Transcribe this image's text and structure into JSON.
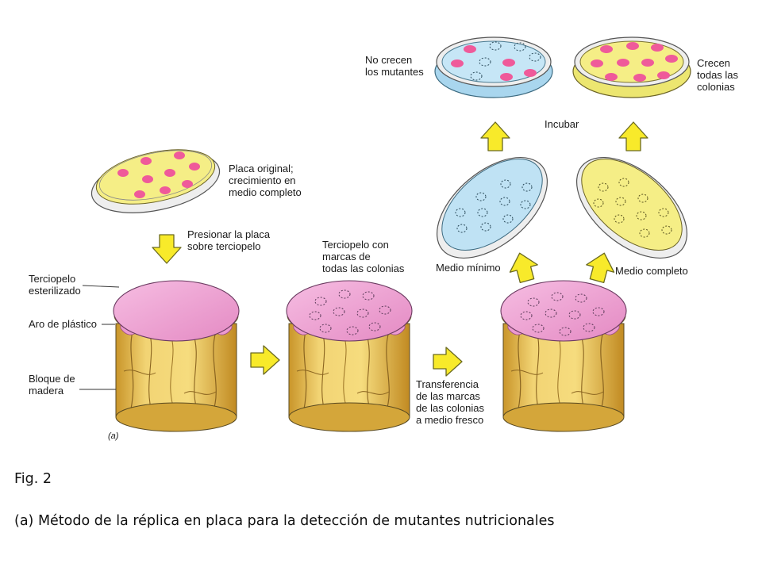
{
  "labels": {
    "placa_original": [
      "Placa original;",
      "crecimiento en",
      "medio completo"
    ],
    "presionar": [
      "Presionar la placa",
      "sobre terciopelo"
    ],
    "terciopelo_esterilizado": [
      "Terciopelo",
      "esterilizado"
    ],
    "aro": [
      "Aro de plástico"
    ],
    "bloque": [
      "Bloque de",
      "madera"
    ],
    "terciopelo_marcas": [
      "Terciopelo con",
      "marcas de",
      "todas las colonias"
    ],
    "transferencia": [
      "Transferencia",
      "de las marcas",
      "de las colonias",
      "a medio fresco"
    ],
    "medio_minimo": [
      "Medio mínimo"
    ],
    "medio_completo": [
      "Medio completo"
    ],
    "incubar": [
      "Incubar"
    ],
    "no_crecen": [
      "No crecen",
      "los mutantes"
    ],
    "crecen": [
      "Crecen",
      "todas las",
      "colonias"
    ],
    "panel": [
      "(a)"
    ]
  },
  "caption": {
    "figure": "Fig. 2",
    "description": "(a) Método de la réplica en placa para la detección de mutantes nutricionales"
  },
  "colors": {
    "complete_medium": "#f5ee86",
    "minimal_medium": "#bfe2f4",
    "colony": "#ef5a9a",
    "velvet": "#ef9fd0",
    "wood": "#e8c25a",
    "arrow": "#f8ea2a"
  }
}
